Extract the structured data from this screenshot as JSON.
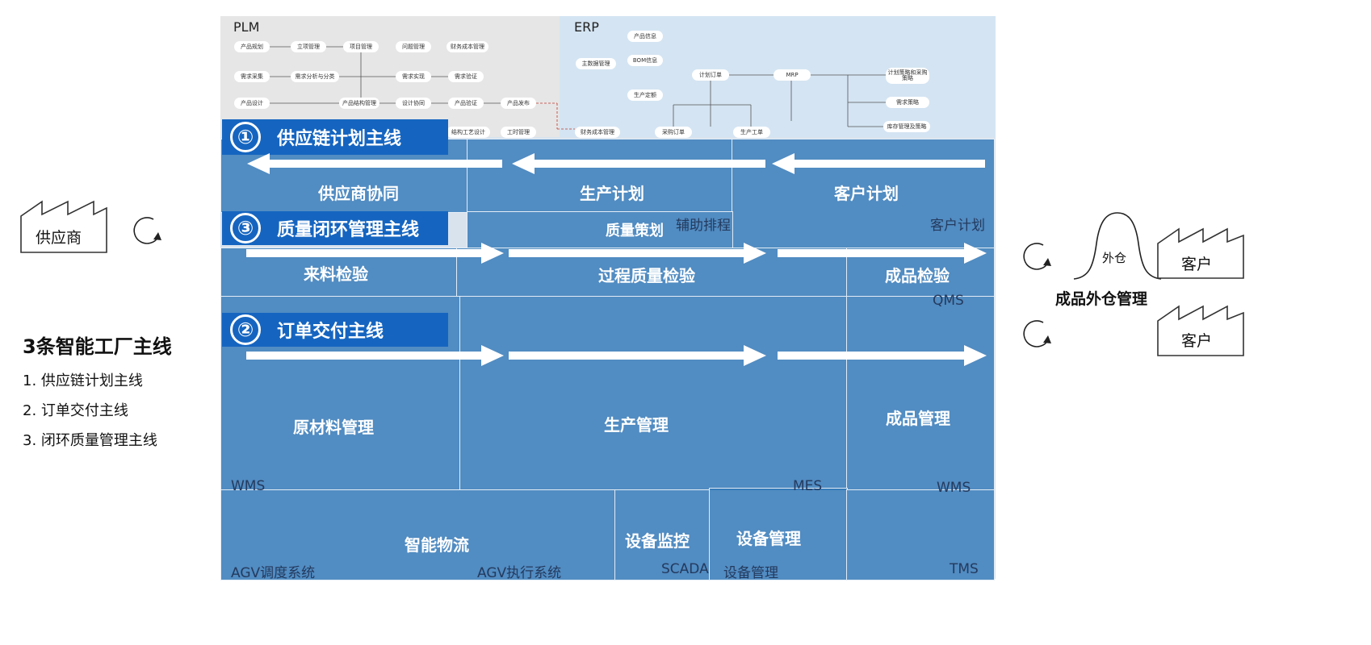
{
  "systems": {
    "plm": "PLM",
    "erp": "ERP",
    "wms_left": "WMS",
    "mes": "MES",
    "wms_right": "WMS",
    "qms": "QMS",
    "agv_dispatch": "AGV调度系统",
    "agv_exec": "AGV执行系统",
    "scada": "SCADA",
    "equip_sys": "设备管理",
    "tms": "TMS",
    "aux_schedule": "辅助排程",
    "customer_plan_sys": "客户计划"
  },
  "plm_nodes": [
    "产品规划",
    "立项管理",
    "项目管理",
    "问题管理",
    "财务成本管理",
    "需求采集",
    "需求分析与分类",
    "需求实现",
    "需求验证",
    "产品设计",
    "产品结构管理",
    "设计协同",
    "产品验证",
    "产品发布",
    "结构工艺设计",
    "工时管理"
  ],
  "erp_nodes": [
    "产品信息",
    "主数据管理",
    "BOM信息",
    "生产定额",
    "计划订单",
    "MRP",
    "计划策略和采购策略",
    "需求策略",
    "库存管理及策略",
    "采购订单",
    "生产工单",
    "财务成本管理"
  ],
  "banners": {
    "b1": {
      "num": "①",
      "label": "供应链计划主线"
    },
    "b3": {
      "num": "③",
      "label": "质量闭环管理主线"
    },
    "b2": {
      "num": "②",
      "label": "订单交付主线"
    }
  },
  "regions": {
    "supplier_collab": "供应商协同",
    "production_plan": "生产计划",
    "customer_plan": "客户计划",
    "quality_plan": "质量策划",
    "incoming_inspection": "来料检验",
    "process_quality": "过程质量检验",
    "finished_inspection": "成品检验",
    "raw_material": "原材料管理",
    "production_mgmt": "生产管理",
    "finished_goods": "成品管理",
    "smart_logistics": "智能物流",
    "equip_monitor": "设备监控",
    "equip_mgmt": "设备管理"
  },
  "left": {
    "supplier": "供应商",
    "title": "3条智能工厂主线",
    "items": [
      "1. 供应链计划主线",
      "2. 订单交付主线",
      "3. 闭环质量管理主线"
    ]
  },
  "right": {
    "outer_warehouse": "外仓",
    "customer1": "客户",
    "customer2": "客户",
    "outer_mgmt": "成品外仓管理"
  },
  "colors": {
    "plm_bg": "#e8e8e8",
    "erp_bg": "#d3e3f1",
    "region_blue": "#2e75b6",
    "banner_blue": "#1565c0"
  }
}
